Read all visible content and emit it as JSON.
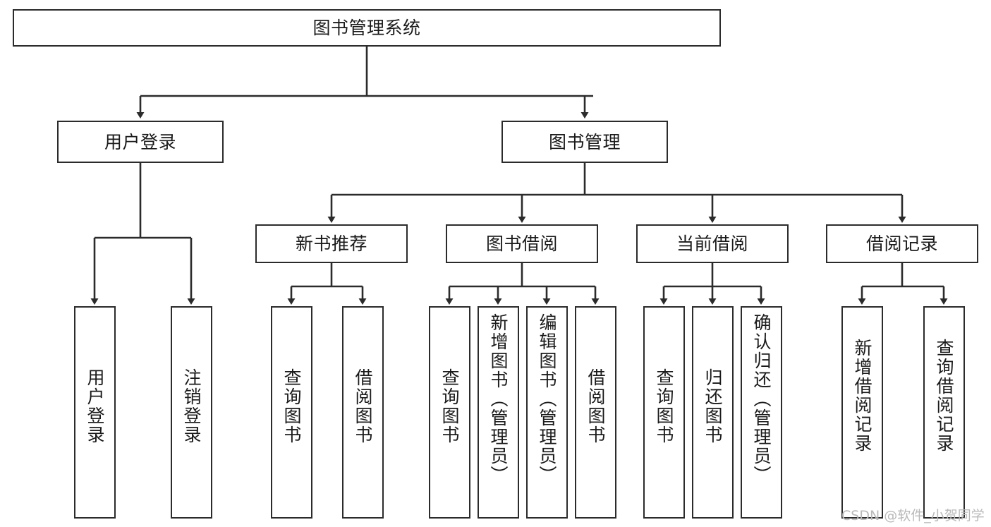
{
  "diagram": {
    "type": "tree",
    "title": "图书管理系统",
    "watermark": "CSDN @软件_小贺同学",
    "colors": {
      "box_border": "#2b2b2b",
      "box_fill": "#ffffff",
      "edge": "#2b2b2b",
      "text": "#1a1a1a",
      "watermark": "#b9b9b9",
      "background": "#ffffff"
    },
    "levels": {
      "root": {
        "label": "图书管理系统"
      },
      "level2": [
        {
          "label": "用户登录"
        },
        {
          "label": "图书管理"
        }
      ],
      "level3": [
        {
          "label": "新书推荐"
        },
        {
          "label": "图书借阅"
        },
        {
          "label": "当前借阅"
        },
        {
          "label": "借阅记录"
        }
      ],
      "leaves": [
        {
          "label": "用户登录",
          "parent": "用户登录"
        },
        {
          "label": "注销登录",
          "parent": "用户登录"
        },
        {
          "label": "查询图书",
          "parent": "新书推荐"
        },
        {
          "label": "借阅图书",
          "parent": "新书推荐"
        },
        {
          "label": "查询图书",
          "parent": "图书借阅"
        },
        {
          "label": "新增图书（管理员）",
          "parent": "图书借阅"
        },
        {
          "label": "编辑图书（管理员）",
          "parent": "图书借阅"
        },
        {
          "label": "借阅图书",
          "parent": "图书借阅"
        },
        {
          "label": "查询图书",
          "parent": "当前借阅"
        },
        {
          "label": "归还图书",
          "parent": "当前借阅"
        },
        {
          "label": "确认归还（管理员）",
          "parent": "当前借阅"
        },
        {
          "label": "新增借阅记录",
          "parent": "借阅记录"
        },
        {
          "label": "查询借阅记录",
          "parent": "借阅记录"
        }
      ]
    }
  }
}
